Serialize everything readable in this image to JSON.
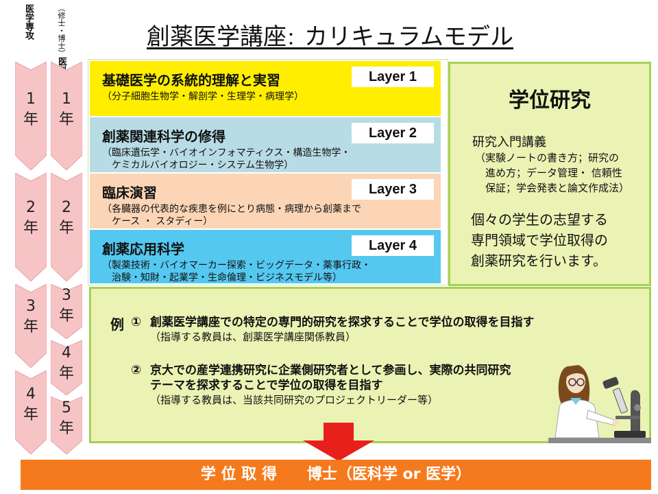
{
  "columns": {
    "medical": "医学専攻",
    "medsci_main": "医科学専攻",
    "medsci_sub": "（修士・博士）"
  },
  "title": {
    "left": "創薬医学講座",
    "colon": "：",
    "right": "カリキュラムモデル"
  },
  "years_medical": [
    "1\n年",
    "2\n年",
    "3\n年",
    "4\n年"
  ],
  "years_medsci": [
    "1\n年",
    "2\n年",
    "3\n年",
    "4\n年",
    "5\n年"
  ],
  "layers": [
    {
      "title": "基礎医学の系統的理解と実習",
      "sub": "（分子細胞生物学・解剖学・生理学・病理学）",
      "badge": "Layer 1"
    },
    {
      "title": "創薬関連科学の修得",
      "sub": "（臨床遺伝学・バイオインフォマティクス・構造生物学・\n　ケミカルバイオロジー・システム生物学）",
      "badge": "Layer 2"
    },
    {
      "title": "臨床演習",
      "sub": "（各臓器の代表的な疾患を例にとり病態・病理から創薬まで\n　ケース ・ スタディー）",
      "badge": "Layer 3"
    },
    {
      "title": "創薬応用科学",
      "sub": "（製薬技術・バイオマーカー探索・ビッグデータ・薬事行政・\n　治験・知財・起業学・生命倫理・ビジネスモデル等）",
      "badge": "Layer 4"
    }
  ],
  "research": {
    "title": "学位研究",
    "intro": "研究入門講義",
    "intro_sub": "（実験ノートの書き方；研究の\n　進め方；データ管理・ 信頼性\n　保証；学会発表と論文作成法）",
    "desc": "個々の学生の志望する\n専門領域で学位取得の\n創薬研究を行います。"
  },
  "examples": {
    "label": "例",
    "items": [
      {
        "num": "①",
        "main": "創薬医学講座での特定の専門的研究を探求することで学位の取得を目指す",
        "note": "（指導する教員は、創薬医学講座関係教員）"
      },
      {
        "num": "②",
        "main": "京大での産学連携研究に企業側研究者として参画し、実際の共同研究\nテーマを探求することで学位の取得を目指す",
        "note": "（指導する教員は、当該共同研究のプロジェクトリーダー等）"
      }
    ]
  },
  "bottom": "学 位 取 得　　博士（医科学 or 医学）",
  "colors": {
    "chevron": "#f7c4c6",
    "chevron_edge": "#e8a0a4",
    "layer1": "#ffee00",
    "layer2": "#b8dce6",
    "layer3": "#fbd5b5",
    "layer4": "#55c8f0",
    "panel": "#ebf3b4",
    "panel_border": "#a6d056",
    "arrow": "#e8201c",
    "bar": "#f57a1e"
  }
}
